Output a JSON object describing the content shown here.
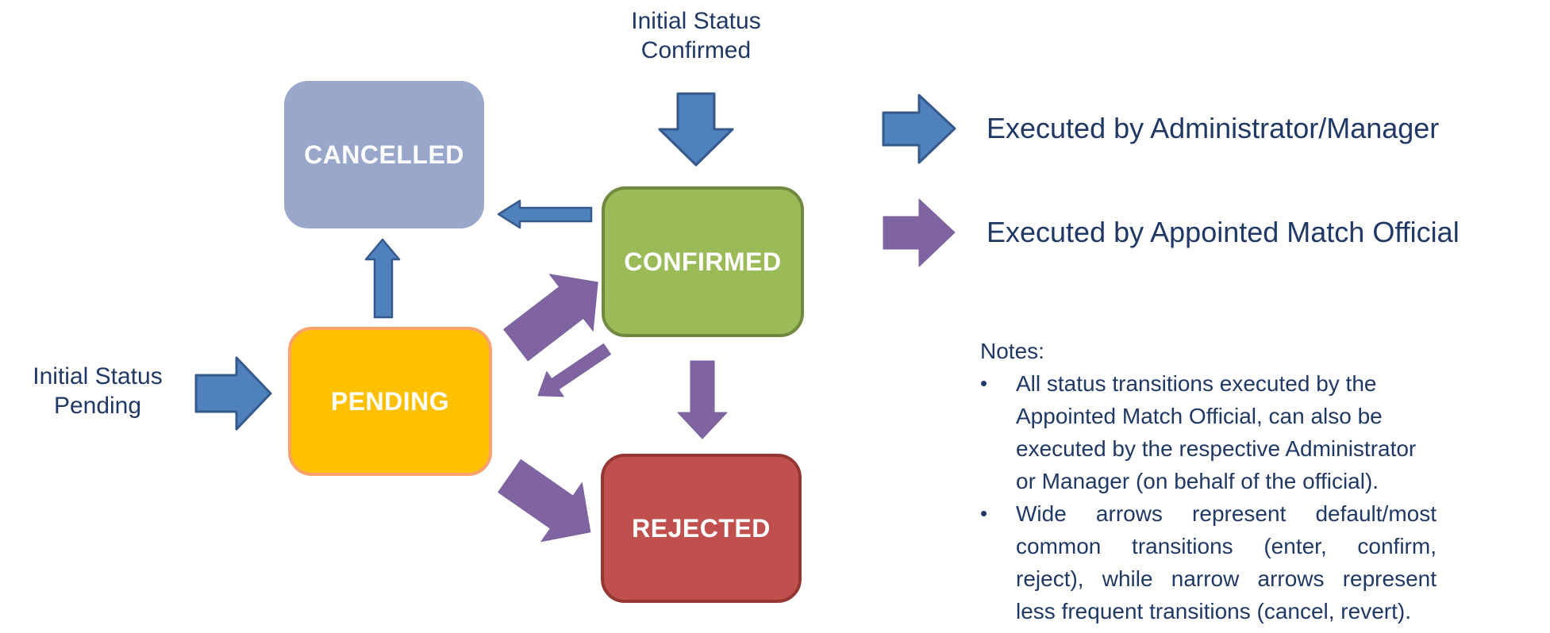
{
  "colors": {
    "background": "#FFFFFF",
    "text": "#203864",
    "blue_arrow_fill": "#4F81BD",
    "blue_arrow_stroke": "#36598C",
    "purple_arrow_fill": "#8064A2",
    "cancelled_fill": "#98A7CA",
    "confirmed_fill": "#9BBB59",
    "confirmed_border": "#71893F",
    "pending_fill": "#FFC000",
    "pending_border": "#F9A26B",
    "rejected_fill": "#C0504D",
    "rejected_border": "#943634",
    "box_label_color": "#FFFFFF"
  },
  "diagram": {
    "nodes": [
      {
        "id": "cancelled",
        "label": "CANCELLED",
        "fill": "#98A7CA"
      },
      {
        "id": "confirmed",
        "label": "CONFIRMED",
        "fill": "#9BBB59"
      },
      {
        "id": "pending",
        "label": "PENDING",
        "fill": "#FFC000"
      },
      {
        "id": "rejected",
        "label": "REJECTED",
        "fill": "#C0504D"
      }
    ],
    "annotations": {
      "initial_confirmed": {
        "line1": "Initial Status",
        "line2": "Confirmed"
      },
      "initial_pending": {
        "line1": "Initial Status",
        "line2": "Pending"
      }
    },
    "arrows": [
      {
        "id": "initial-confirmed",
        "style": "wide",
        "color": "blue",
        "from": "initial-status-confirmed",
        "to": "confirmed"
      },
      {
        "id": "enter-pending",
        "style": "wide",
        "color": "blue",
        "from": "initial-status-pending",
        "to": "pending"
      },
      {
        "id": "cancel-from-pending",
        "style": "narrow",
        "color": "blue",
        "from": "pending",
        "to": "cancelled"
      },
      {
        "id": "cancel-from-confirmed",
        "style": "narrow",
        "color": "blue",
        "from": "confirmed",
        "to": "cancelled"
      },
      {
        "id": "confirm-from-pending",
        "style": "wide",
        "color": "purple",
        "from": "pending",
        "to": "confirmed"
      },
      {
        "id": "revert-to-pending",
        "style": "narrow",
        "color": "purple",
        "from": "confirmed",
        "to": "pending"
      },
      {
        "id": "reject-from-confirmed",
        "style": "medium",
        "color": "purple",
        "from": "confirmed",
        "to": "rejected"
      },
      {
        "id": "reject-from-pending",
        "style": "wide",
        "color": "purple",
        "from": "pending",
        "to": "rejected"
      }
    ]
  },
  "legend": {
    "items": [
      {
        "id": "admin",
        "arrow_color": "#4F81BD",
        "label": "Executed by Administrator/Manager"
      },
      {
        "id": "official",
        "arrow_color": "#8064A2",
        "label": "Executed by Appointed Match Official"
      }
    ]
  },
  "notes": {
    "title": "Notes:",
    "bullet_char": "•",
    "bullets": [
      {
        "justify": false,
        "lines": [
          "All status transitions executed by the",
          "Appointed Match Official, can also be",
          "executed by the respective Administrator",
          "or Manager (on behalf of the official)."
        ]
      },
      {
        "justify": true,
        "lines": [
          "Wide arrows represent default/most",
          "common transitions (enter, confirm,",
          "reject), while narrow arrows represent",
          "less frequent transitions (cancel, revert)."
        ]
      }
    ]
  }
}
